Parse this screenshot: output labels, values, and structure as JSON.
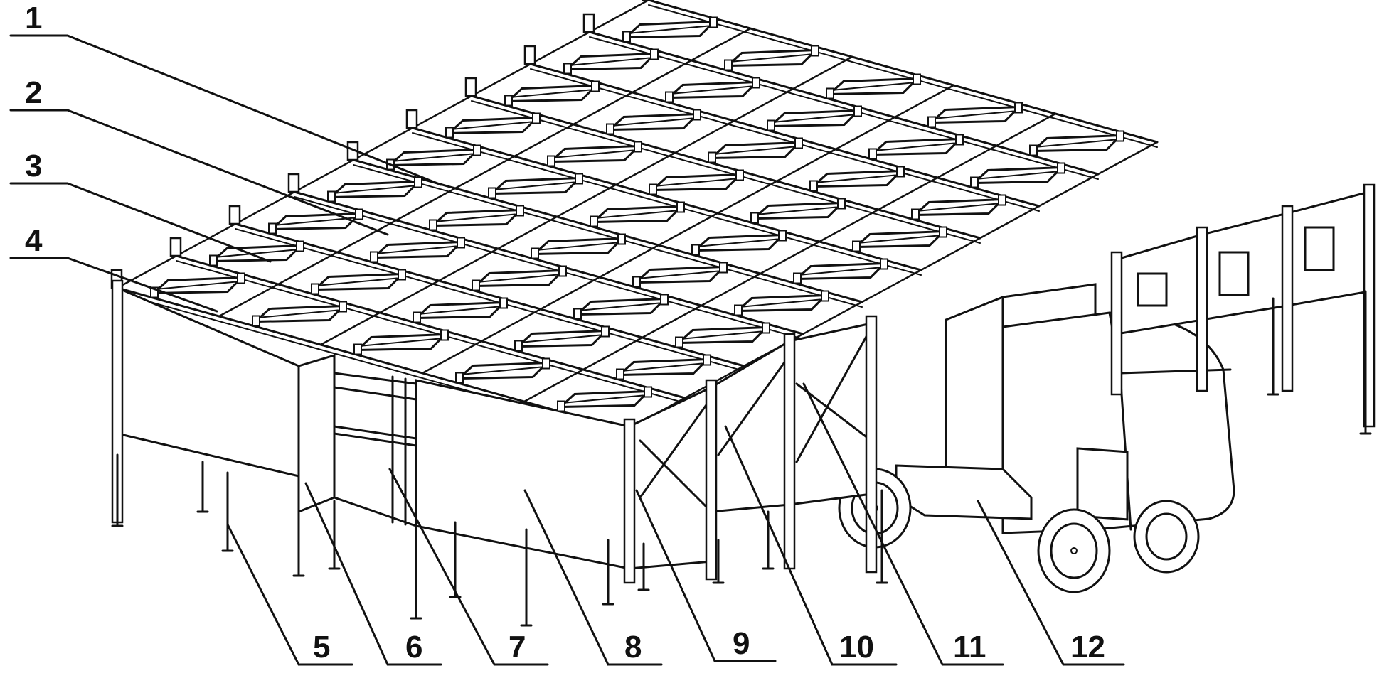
{
  "diagram": {
    "callouts": [
      {
        "id": "label-1",
        "text": "1"
      },
      {
        "id": "label-2",
        "text": "2"
      },
      {
        "id": "label-3",
        "text": "3"
      },
      {
        "id": "label-4",
        "text": "4"
      },
      {
        "id": "label-5",
        "text": "5"
      },
      {
        "id": "label-6",
        "text": "6"
      },
      {
        "id": "label-7",
        "text": "7"
      },
      {
        "id": "label-8",
        "text": "8"
      },
      {
        "id": "label-9",
        "text": "9"
      },
      {
        "id": "label-10",
        "text": "10"
      },
      {
        "id": "label-11",
        "text": "11"
      },
      {
        "id": "label-12",
        "text": "12"
      }
    ]
  }
}
